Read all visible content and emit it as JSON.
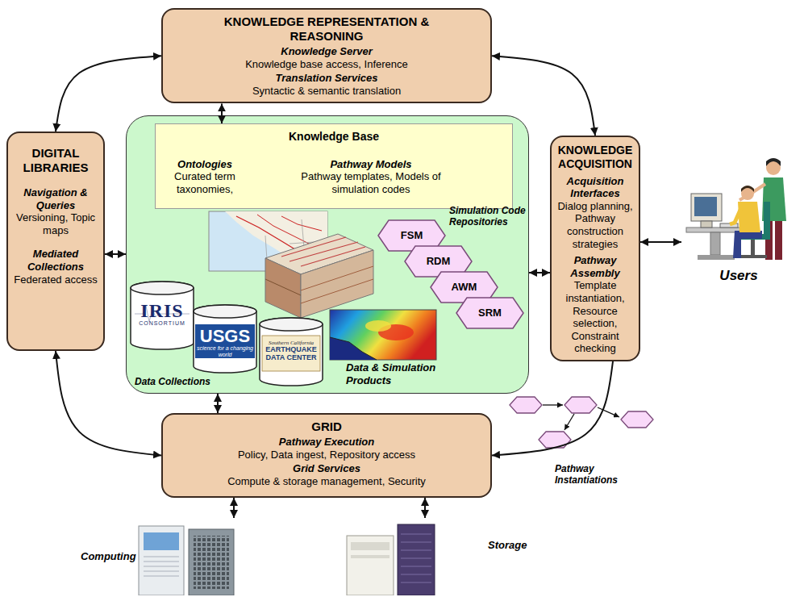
{
  "diagram": {
    "nodes": [
      {
        "text": [
          "KNOWLEDGE REPRESENTATION & REASONING",
          "Knowledge Server",
          "Knowledge base access, Inference",
          "Translation Services",
          "Syntactic & semantic translation"
        ]
      },
      {
        "text": [
          "DIGITAL LIBRARIES",
          "Navigation & Queries",
          "Versioning, Topic maps",
          "Mediated Collections",
          "Federated access"
        ]
      },
      {
        "text": [
          "Simulation Code Repositories",
          "Data Collections",
          "Data & Simulation Products"
        ]
      },
      {
        "text": [
          "Knowledge Base",
          "Ontologies",
          "Curated term taxonomies,",
          "Pathway Models",
          "Pathway templates, Models of simulation codes"
        ],
        "in": 2
      },
      {
        "text": [
          "FSM"
        ],
        "in": 2
      },
      {
        "text": [
          "RDM"
        ],
        "in": 2
      },
      {
        "text": [
          "AWM"
        ],
        "in": 2
      },
      {
        "text": [
          "SRM"
        ],
        "in": 2
      },
      {
        "text": [
          "IRIS",
          "CONSORTIUM"
        ],
        "in": 2
      },
      {
        "text": [
          "USGS",
          "science for a changing world"
        ],
        "in": 2
      },
      {
        "text": [
          "Southern California",
          "EARTHQUAKE DATA CENTER"
        ],
        "in": 2
      },
      {
        "text": [
          "KNOWLEDGE ACQUISITION",
          "Acquisition Interfaces",
          "Dialog planning, Pathway construction strategies",
          "Pathway Assembly",
          "Template instantiation, Resource selection, Constraint checking"
        ]
      },
      {
        "text": [
          "Users"
        ]
      },
      {
        "text": [
          "GRID",
          "Pathway Execution",
          "Policy, Data ingest, Repository access",
          "Grid Services",
          "Compute & storage management, Security"
        ]
      },
      {
        "text": [
          "Computing"
        ]
      },
      {
        "text": [
          "Storage"
        ]
      }
    ],
    "edges": [
      {
        "from": 0,
        "to": 1,
        "arrow": "both"
      },
      {
        "from": 0,
        "to": 11,
        "arrow": "both"
      },
      {
        "from": 0,
        "to": 3,
        "arrow": "both"
      },
      {
        "from": 1,
        "to": 2,
        "arrow": "both"
      },
      {
        "from": 1,
        "to": 13,
        "arrow": "both"
      },
      {
        "from": 2,
        "to": 11,
        "arrow": "both"
      },
      {
        "from": 2,
        "to": 13,
        "arrow": "both"
      },
      {
        "from": 11,
        "to": 13,
        "arrow": "to"
      },
      {
        "from": 11,
        "to": 12,
        "arrow": "both"
      },
      {
        "from": 13,
        "to": 14,
        "arrow": "both"
      },
      {
        "from": 13,
        "to": 15,
        "arrow": "both"
      }
    ],
    "labels": [
      "Pathway Instantiations"
    ]
  }
}
